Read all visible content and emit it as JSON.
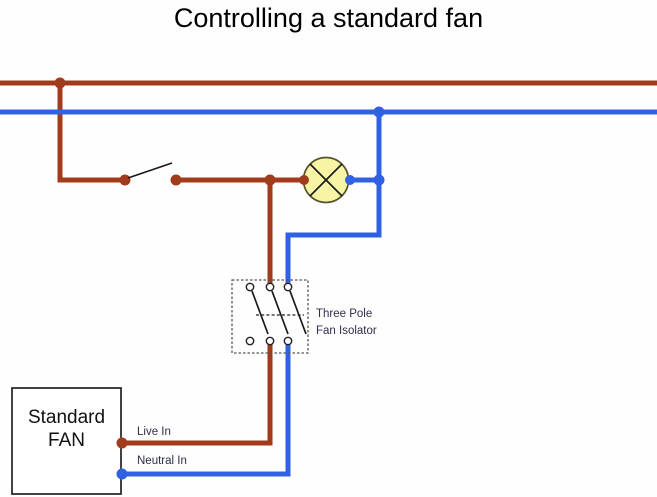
{
  "title": "Controlling a standard fan",
  "labels": {
    "isolator_line1": "Three Pole",
    "isolator_line2": "Fan Isolator",
    "fan_line1": "Standard",
    "fan_line2": "FAN",
    "live_in": "Live In",
    "neutral_in": "Neutral In"
  },
  "colors": {
    "background": "#fefefe",
    "live_wire": "#a23b1b",
    "neutral_wire": "#3161e3",
    "lamp_fill": "#f8f4a6",
    "lamp_outline": "#55552e",
    "label_text": "#2e2e4e"
  }
}
